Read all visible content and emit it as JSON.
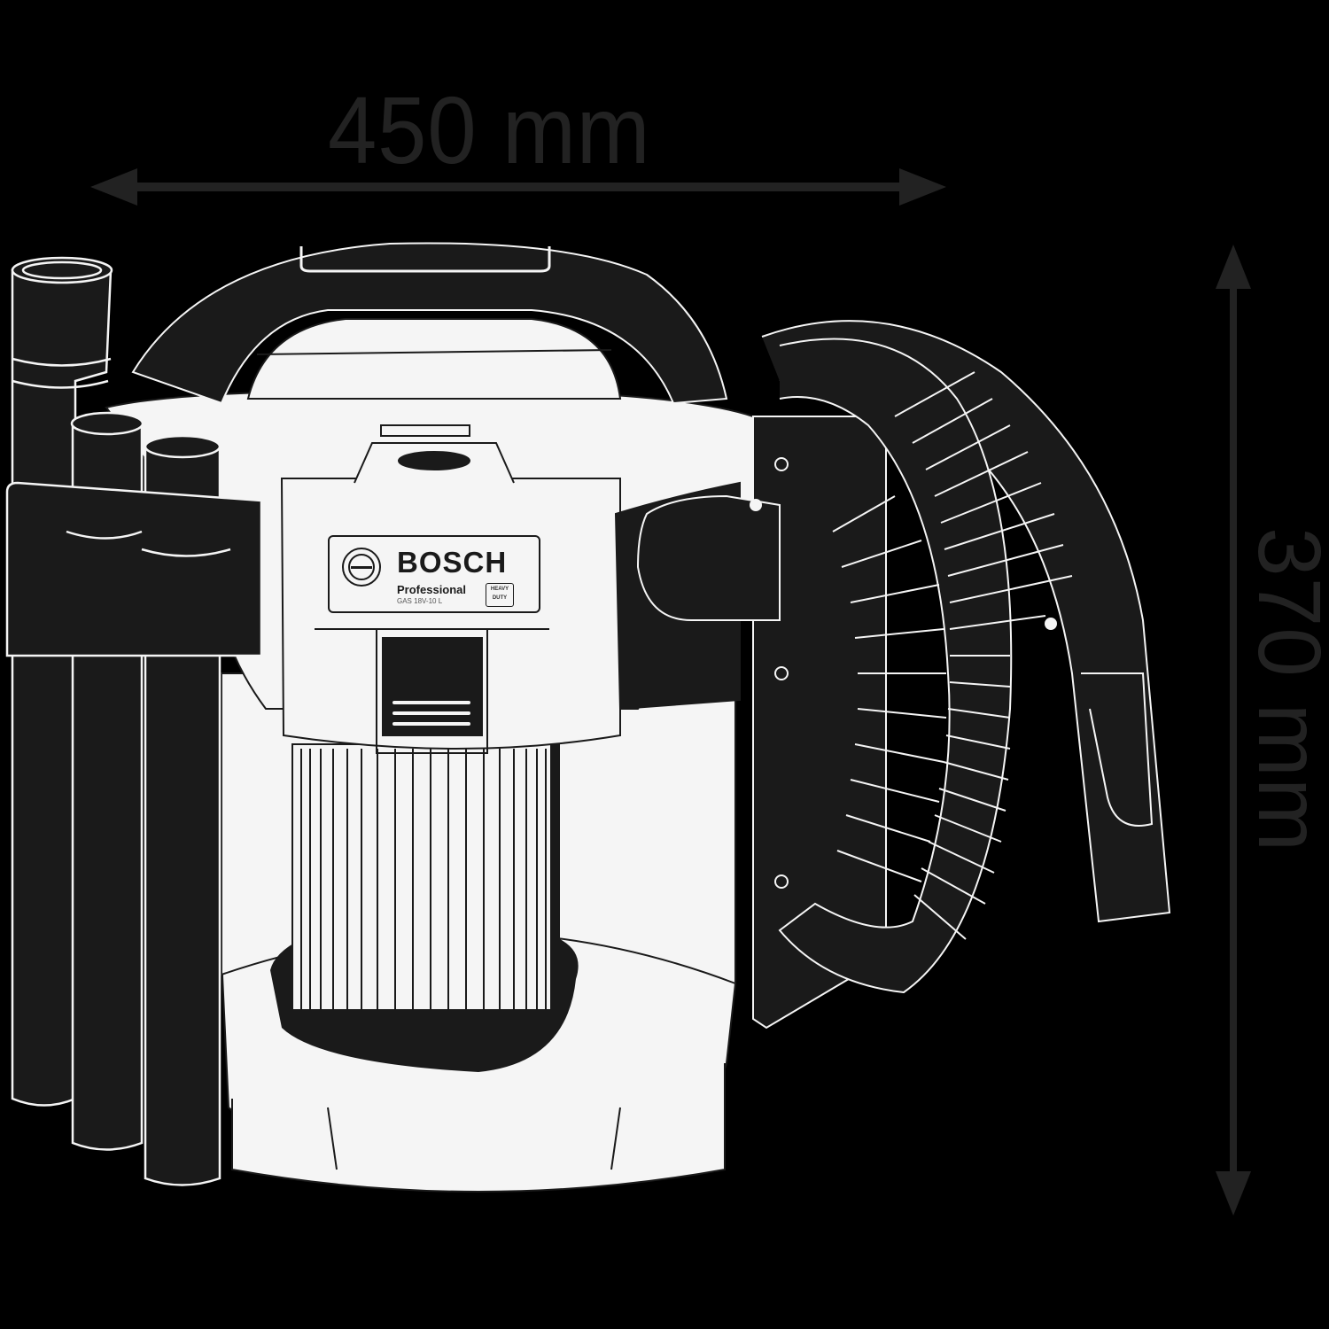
{
  "diagram": {
    "subject": "Cordless wet/dry vacuum cleaner dimension drawing",
    "dimensions": {
      "width": {
        "value": 450,
        "unit": "mm",
        "label": "450 mm",
        "orientation": "horizontal"
      },
      "height": {
        "value": 370,
        "unit": "mm",
        "label": "370 mm",
        "orientation": "vertical"
      }
    },
    "product_label": {
      "brand": "BOSCH",
      "line": "Professional",
      "model": "GAS 18V-10 L",
      "badge_line1": "HEAVY",
      "badge_line2": "DUTY"
    },
    "components": [
      "suction tubes x3",
      "carry handle",
      "motor head",
      "latch",
      "cartridge filter",
      "container",
      "flexible hose",
      "hose bracket"
    ],
    "colors": {
      "background": "#000000",
      "outline": "#f5f5f5",
      "dark_fill": "#1a1a1a",
      "dimension_text": "#222222"
    }
  }
}
